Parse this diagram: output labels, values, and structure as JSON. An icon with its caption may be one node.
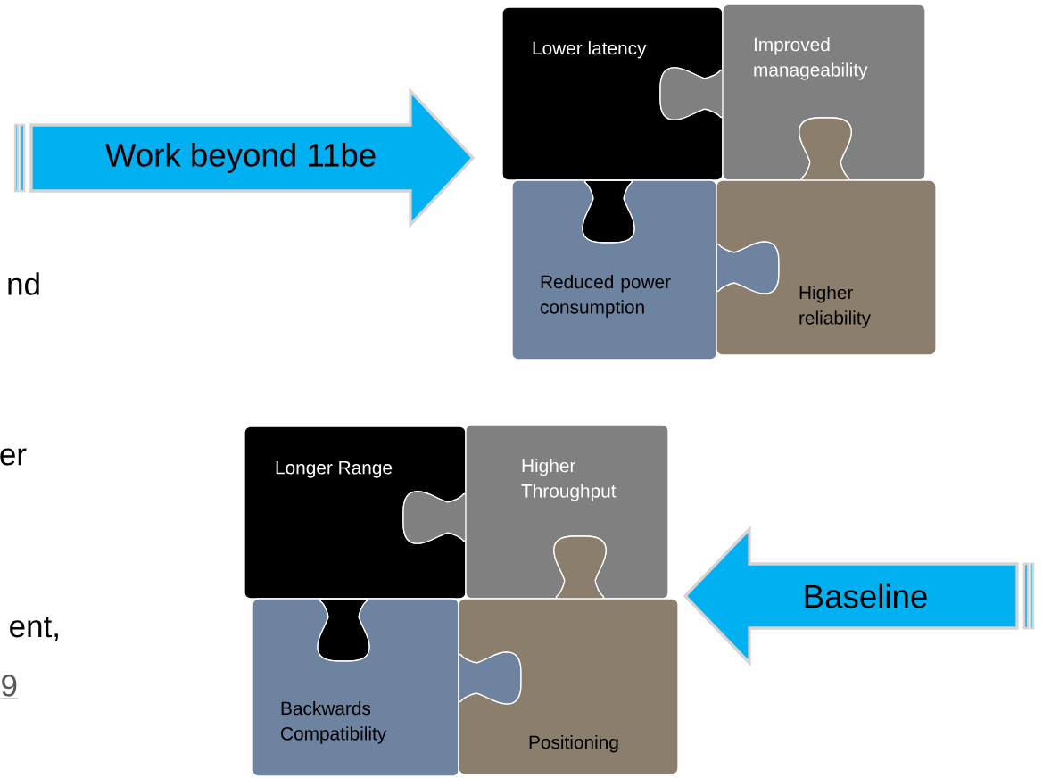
{
  "diagram": {
    "nodes": [
      {
        "text": [
          "Work beyond 11be"
        ]
      },
      {
        "text": [
          "Lower latency"
        ]
      },
      {
        "text": [
          "Improved manageability"
        ]
      },
      {
        "text": [
          "Reduced power consumption"
        ]
      },
      {
        "text": [
          "Higher reliability"
        ]
      },
      {
        "text": [
          "Baseline"
        ]
      },
      {
        "text": [
          "Longer Range"
        ]
      },
      {
        "text": [
          "Higher Throughput"
        ]
      },
      {
        "text": [
          "Backwards Compatibility"
        ]
      },
      {
        "text": [
          "Positioning"
        ]
      }
    ],
    "labels": [
      "nd",
      "er",
      "ent,",
      "9"
    ]
  }
}
